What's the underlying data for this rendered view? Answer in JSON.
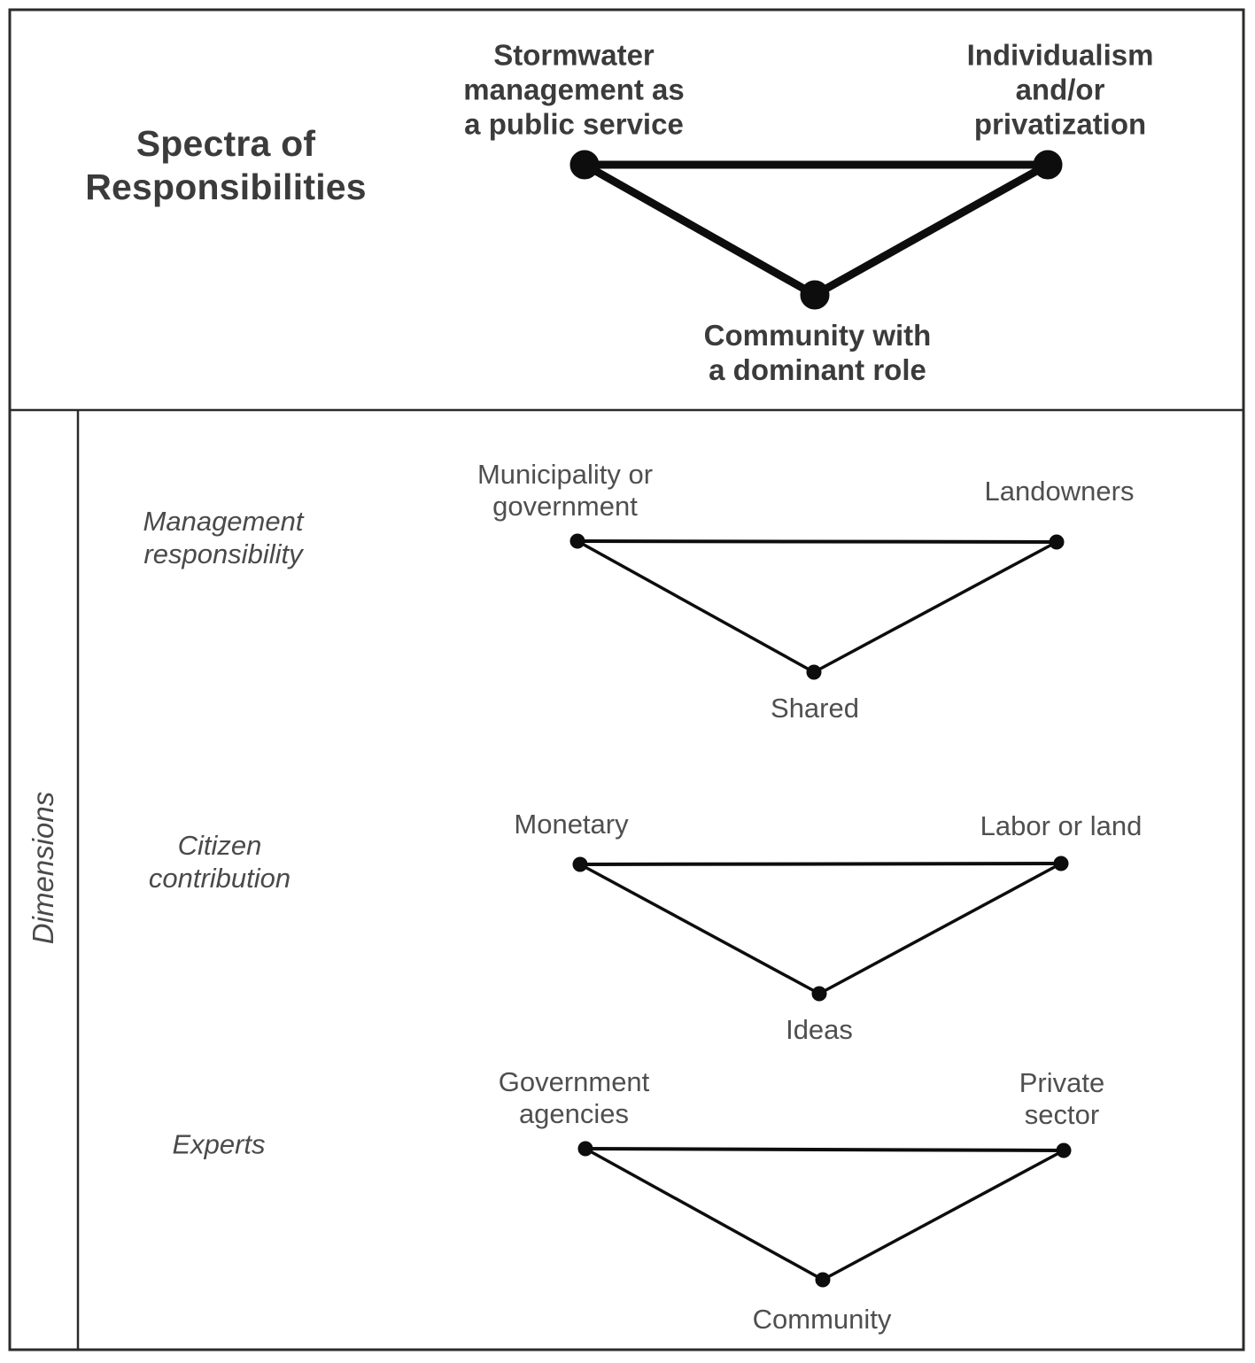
{
  "header": {
    "title": "Spectra of\nResponsibilities"
  },
  "spectra": {
    "left_pole": "Stormwater\nmanagement as\na public service",
    "right_pole": "Individualism\nand/or\nprivatization",
    "bottom_pole": "Community with\na dominant role"
  },
  "dimensions": {
    "axis_label": "Dimensions",
    "rows": [
      {
        "label": "Management\nresponsibility",
        "left_pole": "Municipality or\ngovernment",
        "right_pole": "Landowners",
        "bottom_pole": "Shared"
      },
      {
        "label": "Citizen\ncontribution",
        "left_pole": "Monetary",
        "right_pole": "Labor or land",
        "bottom_pole": "Ideas"
      },
      {
        "label": "Experts",
        "left_pole": "Government\nagencies",
        "right_pole": "Private\nsector",
        "bottom_pole": "Community"
      }
    ]
  },
  "colors": {
    "line": "#0d0d0d",
    "border": "#2b2b2b",
    "title_text": "#3b3b3b",
    "label_text": "#4f4f4f"
  }
}
